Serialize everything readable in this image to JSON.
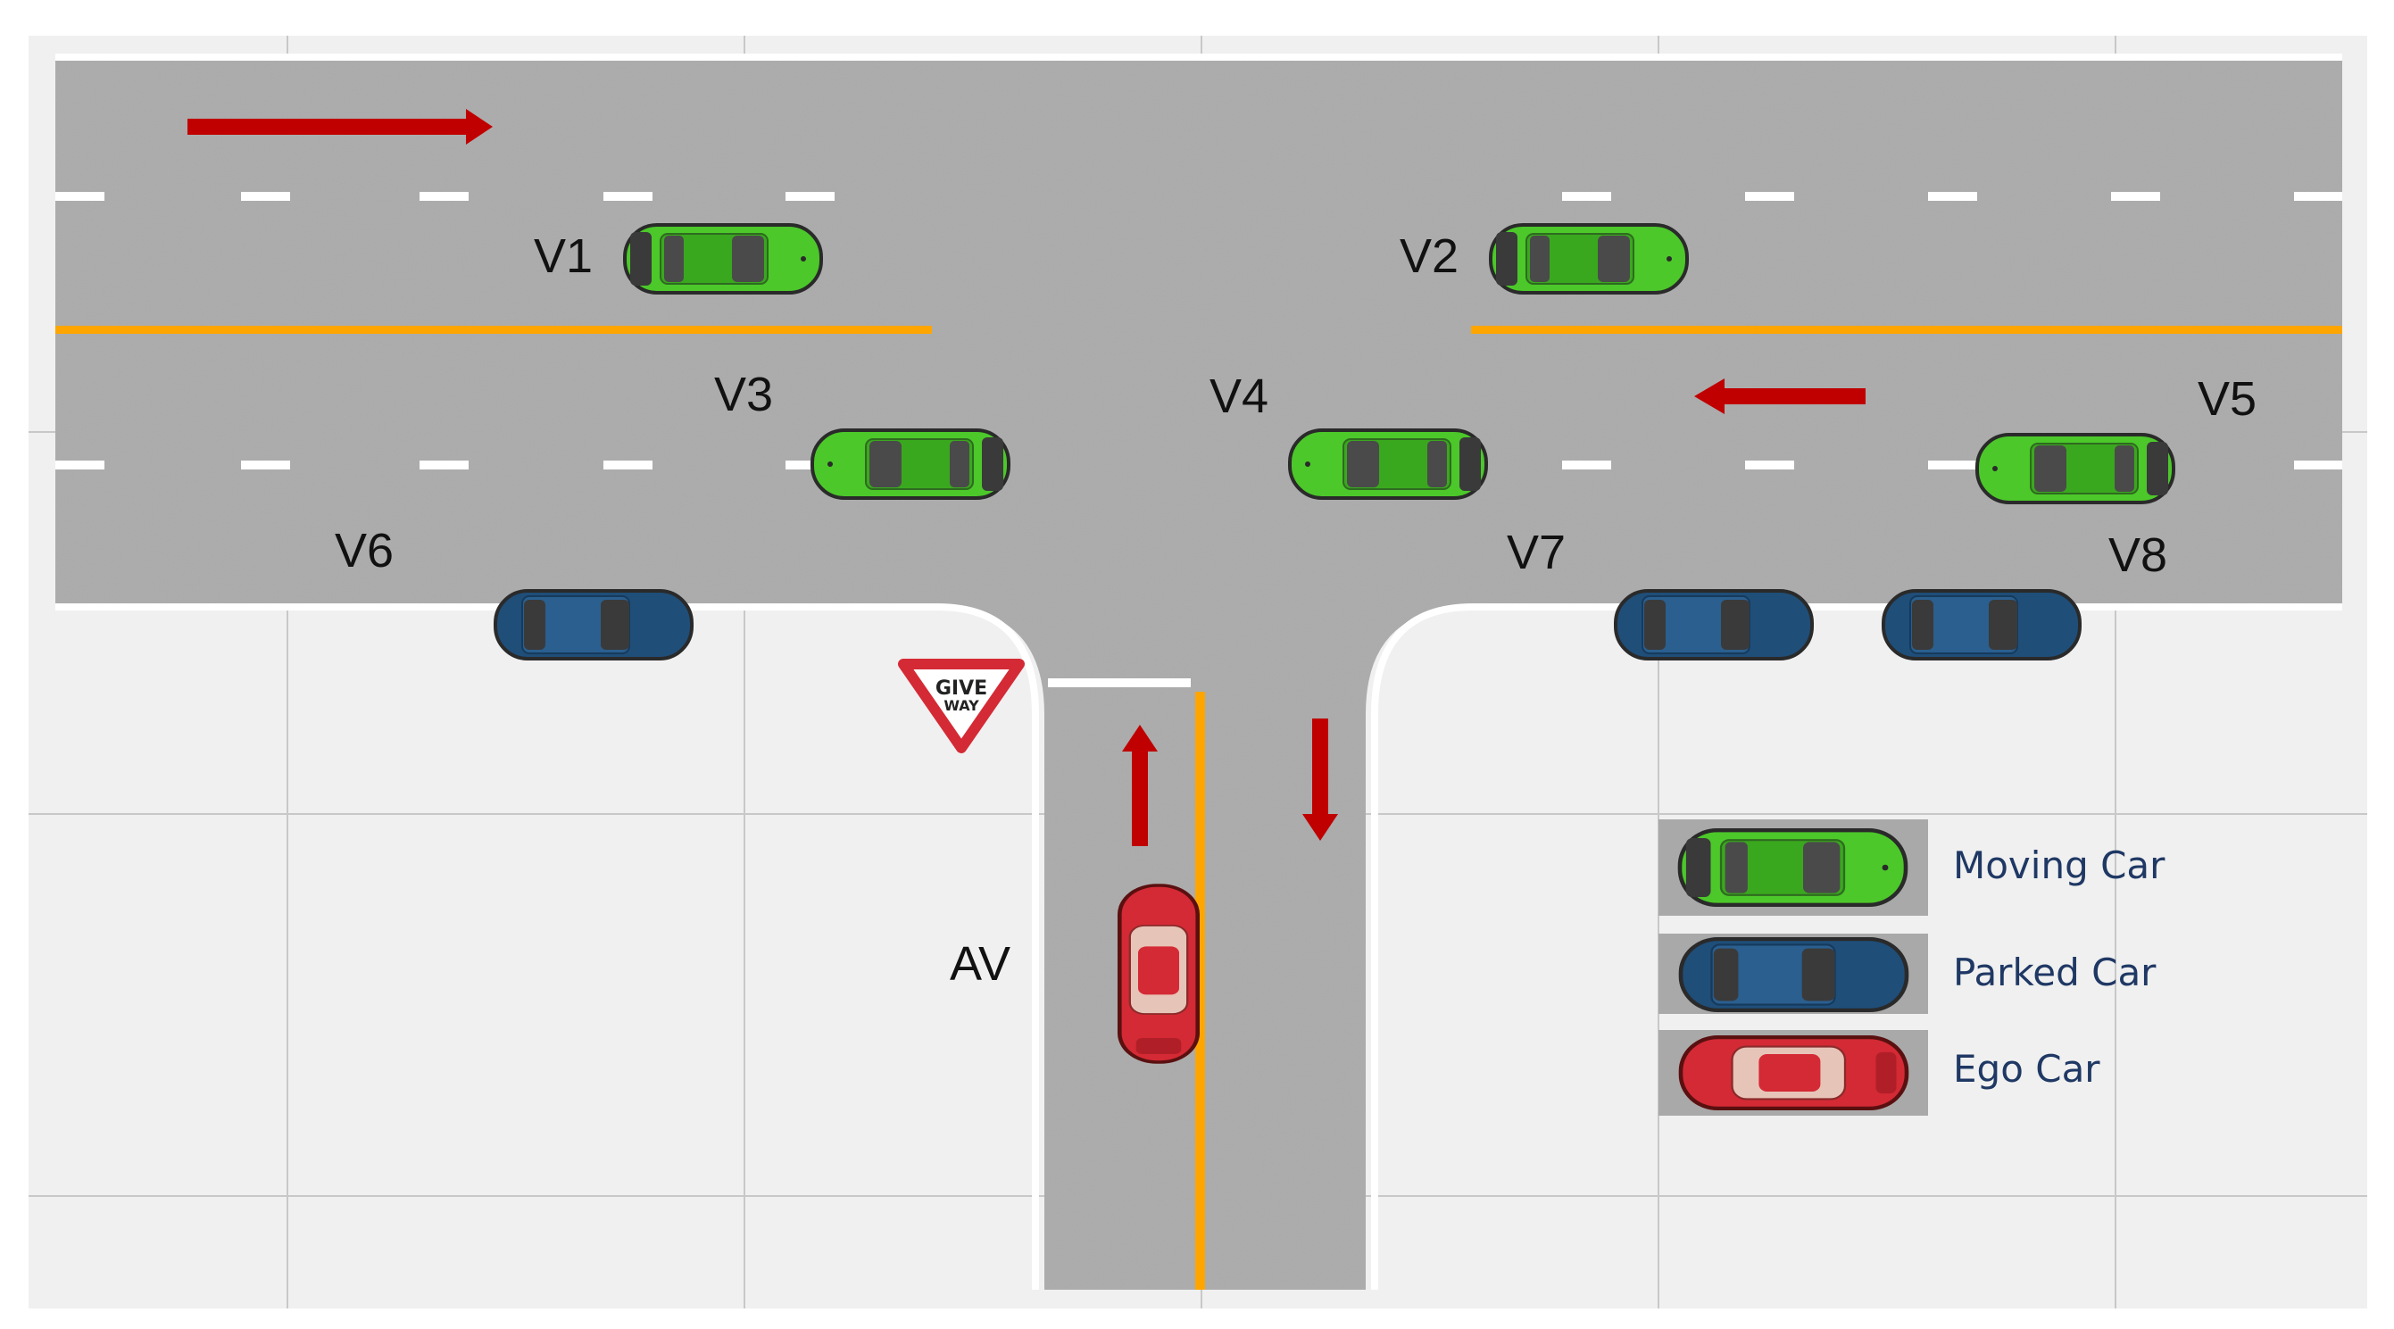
{
  "vehicles": {
    "v1": {
      "label": "V1",
      "type": "moving"
    },
    "v2": {
      "label": "V2",
      "type": "moving"
    },
    "v3": {
      "label": "V3",
      "type": "moving"
    },
    "v4": {
      "label": "V4",
      "type": "moving"
    },
    "v5": {
      "label": "V5",
      "type": "moving"
    },
    "v6": {
      "label": "V6",
      "type": "parked"
    },
    "v7": {
      "label": "V7",
      "type": "parked"
    },
    "v8": {
      "label": "V8",
      "type": "parked"
    },
    "av": {
      "label": "AV",
      "type": "ego"
    }
  },
  "sign": {
    "line1": "GIVE",
    "line2": "WAY"
  },
  "legend": {
    "moving": "Moving Car",
    "parked": "Parked Car",
    "ego": "Ego Car"
  },
  "colors": {
    "road": "#a9a9a9",
    "ground": "#f0f0f0",
    "grid": "#c8c8c8",
    "center_line": "#ffa500",
    "lane_dash": "#ffffff",
    "arrow": "#c00000",
    "moving_car": "#4cc82a",
    "parked_car": "#1f4e79",
    "ego_car": "#d42a35",
    "legend_text": "#1f3864"
  }
}
